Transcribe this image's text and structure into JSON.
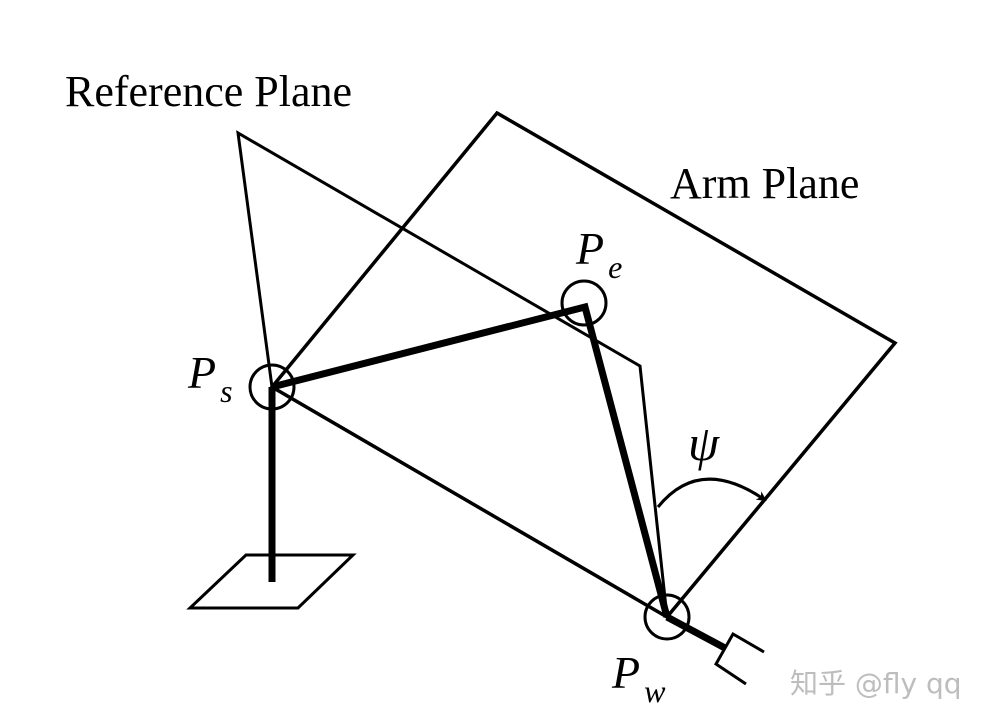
{
  "labels": {
    "reference_plane": "Reference Plane",
    "arm_plane": "Arm Plane",
    "shoulder": {
      "main": "P",
      "sub": "s"
    },
    "elbow": {
      "main": "P",
      "sub": "e"
    },
    "wrist": {
      "main": "P",
      "sub": "w"
    },
    "angle": "ψ"
  },
  "watermark": "知乎 @fly qq"
}
